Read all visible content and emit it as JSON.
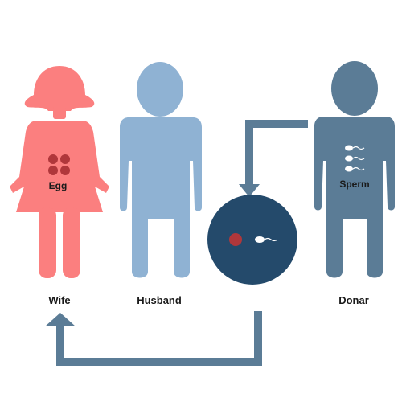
{
  "labels": {
    "wife": "Wife",
    "husband": "Husband",
    "donar": "Donar",
    "egg": "Egg",
    "sperm": "Sperm"
  },
  "colors": {
    "wife": "#fb7f7f",
    "husband": "#8fb2d3",
    "donar": "#5b7c96",
    "embryo": "#244a6b",
    "egg": "#b0373b",
    "arrow": "#5b7c96"
  },
  "icons": {
    "wife": "woman-icon",
    "husband": "man-icon",
    "donar": "man-icon",
    "egg": "egg-cells-icon",
    "sperm": "sperm-cells-icon",
    "embryo": "fertilized-egg-icon"
  }
}
